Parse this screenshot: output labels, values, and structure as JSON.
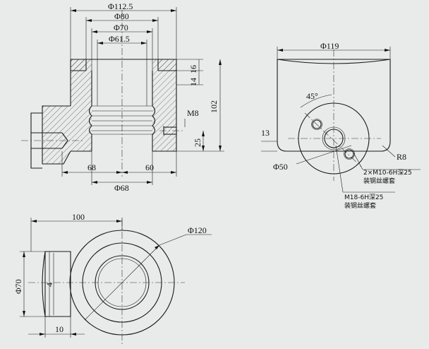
{
  "front_view": {
    "dia_outer_top": "Φ112.5",
    "dia_bore_outer": "Φ80",
    "dia_bore_mid": "Φ70",
    "dia_bore_inner": "Φ61.5",
    "dim_14": "14",
    "dim_16": "16",
    "dim_height": "102",
    "thread_m8": "M8",
    "dim_25": "25",
    "dim_left_68": "68",
    "dim_right_60": "60",
    "dia_bottom_68": "Φ68"
  },
  "side_view": {
    "dia_119": "Φ119",
    "angle_45": "45°",
    "dim_13": "13",
    "radius_r8": "R8",
    "dia_50": "Φ50",
    "note_m10": "2×M10-6H深25",
    "note_m10_sub": "装钢丝螺套",
    "note_m18": "M18-6H深25",
    "note_m18_sub": "装钢丝螺套"
  },
  "top_view": {
    "dim_100": "100",
    "dia_120": "Φ120",
    "dia_70": "Φ70",
    "dim_4": "4",
    "dim_10": "10"
  }
}
